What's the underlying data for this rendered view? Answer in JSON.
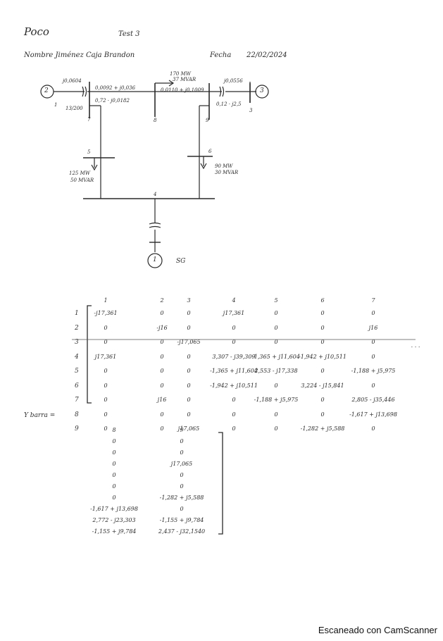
{
  "header": {
    "course": "Poco",
    "test": "Test 3",
    "name": "Nombre Jiménez Caja Brandon",
    "date_label": "Fecha",
    "date": "22/02/2024"
  },
  "diagram": {
    "node_2": "2",
    "node_3": "3",
    "node_1": "1",
    "gen_label": "SG",
    "z_left_gen": "j0,0604",
    "z_left_line": "0,0092 + j0,036",
    "b_left": "0,72 · j0,0182",
    "z_mid_line": "0,0110 + j0,1009",
    "z_right_gen": "j0,0556",
    "b_right": "0,12 · j2,5",
    "load_top_p": "170 MW",
    "load_top_q": "37 MVAR",
    "load_left_p": "125 MW",
    "load_left_q": "50 MVAR",
    "load_right_p": "90 MW",
    "load_right_q": "30 MVAR",
    "misc_1": "1",
    "misc_2": "13/200",
    "bus_7": "7",
    "bus_8": "8",
    "bus_9": "9",
    "bus_4": "4",
    "bus_5": "5",
    "bus_6": "6",
    "misc_3": "3"
  },
  "matrix": {
    "col_headers": [
      "1",
      "2",
      "3",
      "4",
      "5",
      "6",
      "7"
    ],
    "row_headers": [
      "1",
      "2",
      "3",
      "4",
      "5",
      "6",
      "7",
      "8",
      "9"
    ],
    "rows": [
      [
        "-j17,361",
        "0",
        "0",
        "j17,361",
        "0",
        "0",
        "0"
      ],
      [
        "0",
        "-j16",
        "0",
        "0",
        "0",
        "0",
        "j16"
      ],
      [
        "0",
        "0",
        "-j17,065",
        "0",
        "0",
        "0",
        "0"
      ],
      [
        "j17,361",
        "0",
        "0",
        "3,307 - j39,309",
        "-1,365 + j11,604",
        "-1,942 + j10,511",
        "0"
      ],
      [
        "0",
        "0",
        "0",
        "-1,365 + j11,604",
        "2,553 - j17,338",
        "0",
        "-1,188 + j5,975"
      ],
      [
        "0",
        "0",
        "0",
        "-1,942 + j10,511",
        "0",
        "3,224 - j15,841",
        "0"
      ],
      [
        "0",
        "j16",
        "0",
        "0",
        "-1,188 + j5,975",
        "0",
        "2,805 - j35,446"
      ],
      [
        "0",
        "0",
        "0",
        "0",
        "0",
        "0",
        "-1,617 + j13,698"
      ],
      [
        "0",
        "0",
        "j17,065",
        "0",
        "0",
        "-1,282 + j5,588",
        "0"
      ]
    ],
    "ellipsis": ". . ."
  },
  "ybarra": {
    "label": "Y barra =",
    "col_headers": [
      "8",
      "9"
    ],
    "col8": [
      "0",
      "0",
      "0",
      "0",
      "0",
      "0",
      "-1,617 + j13,698",
      "2,772 - j23,303",
      "-1,155 + j9,784"
    ],
    "col9": [
      "0",
      "0",
      "j17,065",
      "0",
      "0",
      "-1,282 + j5,588",
      "0",
      "-1,155 + j9,784",
      "2,437 - j32,1540"
    ]
  },
  "footer": {
    "scanner": "Escaneado con CamScanner"
  }
}
